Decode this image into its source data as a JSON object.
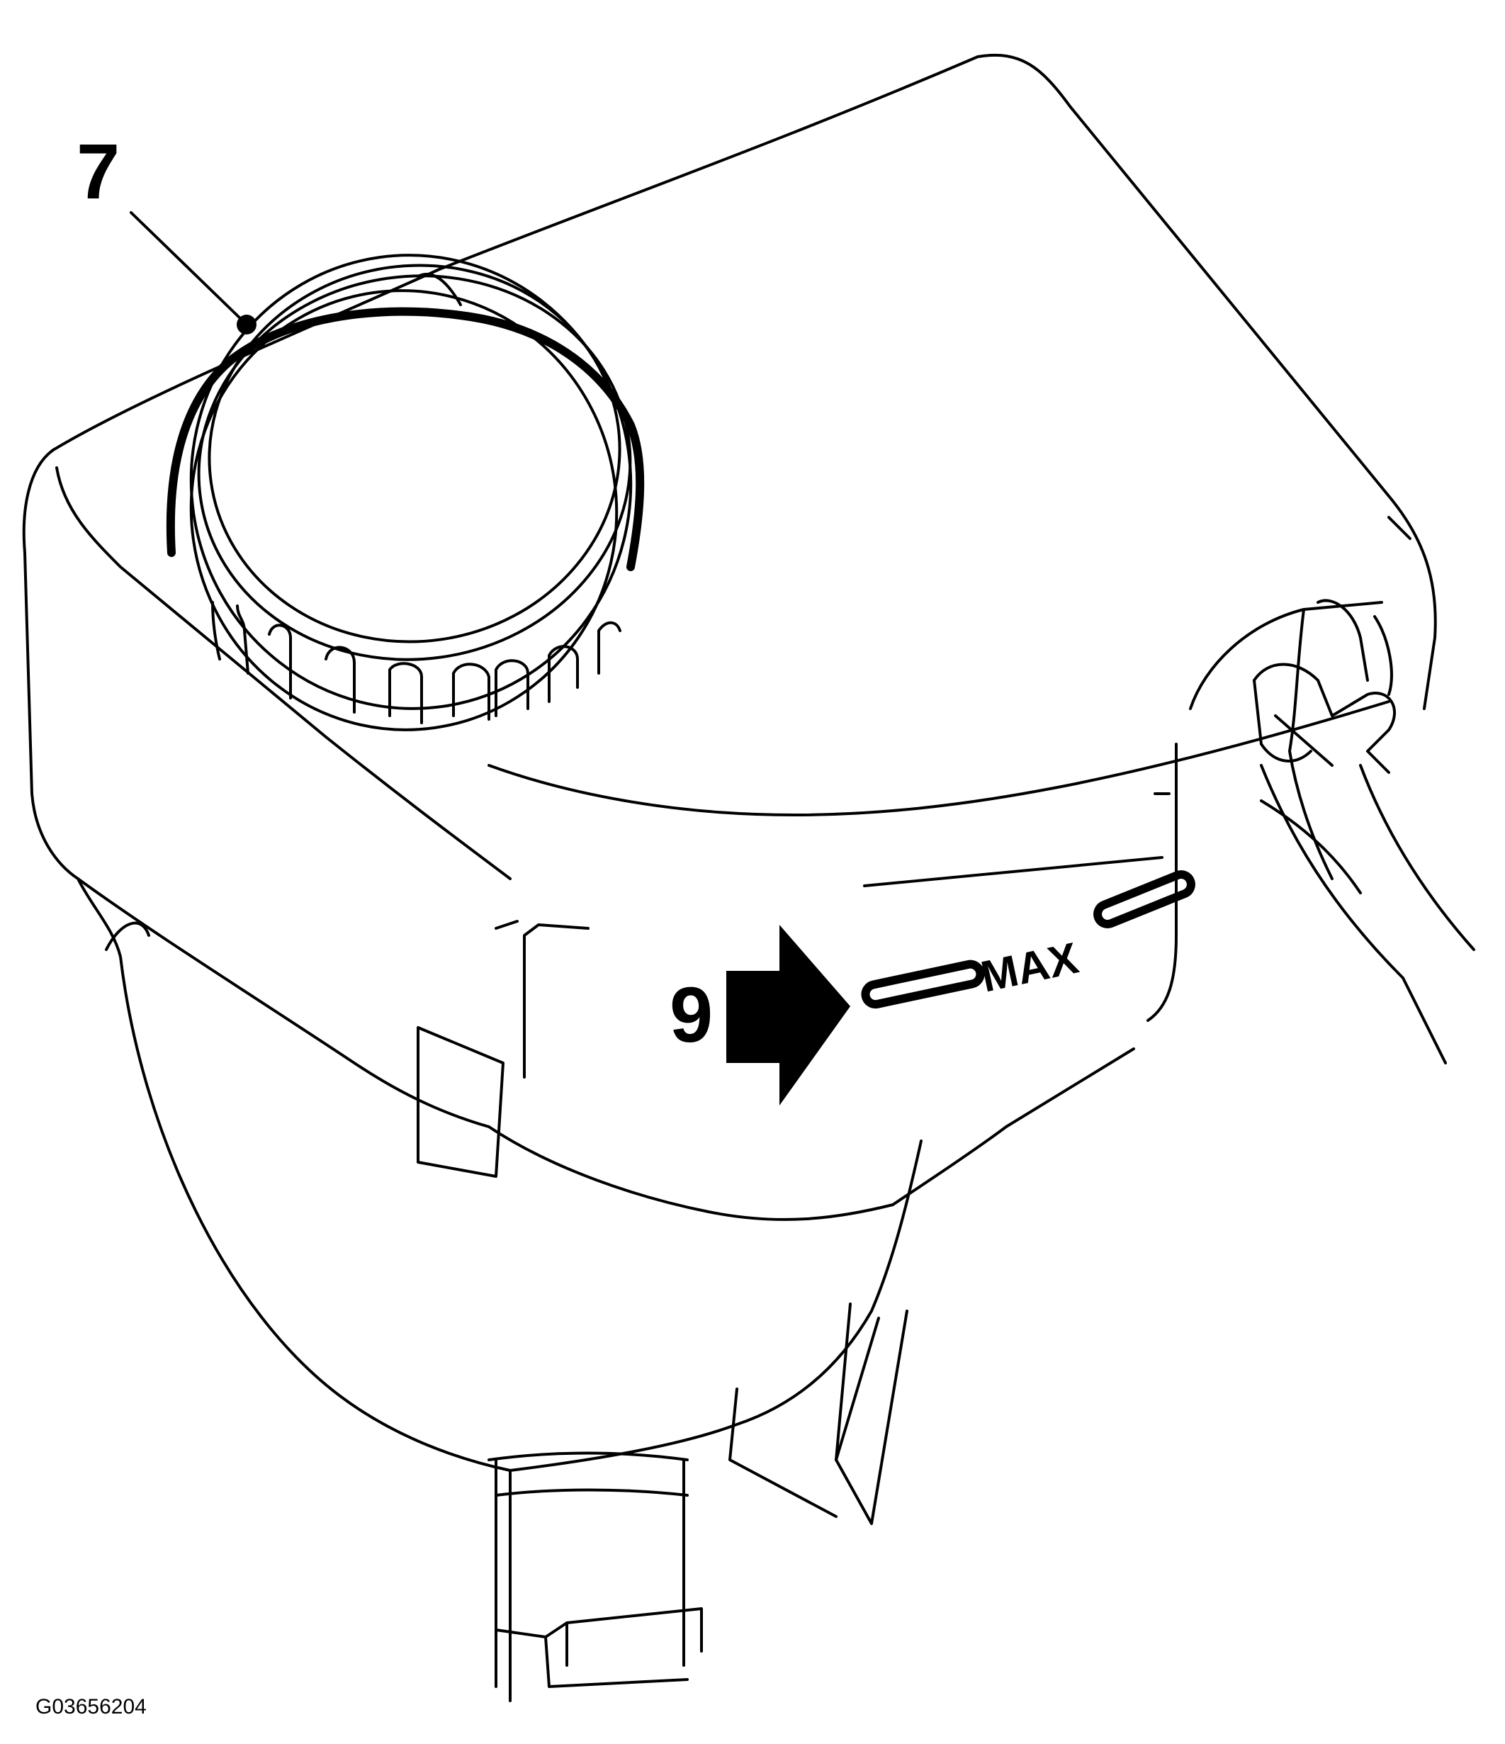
{
  "diagram": {
    "callouts": [
      {
        "id": "7",
        "label": "7"
      },
      {
        "id": "9",
        "label": "9"
      }
    ],
    "level_mark_label": "MAX",
    "figure_code": "G03656204"
  }
}
